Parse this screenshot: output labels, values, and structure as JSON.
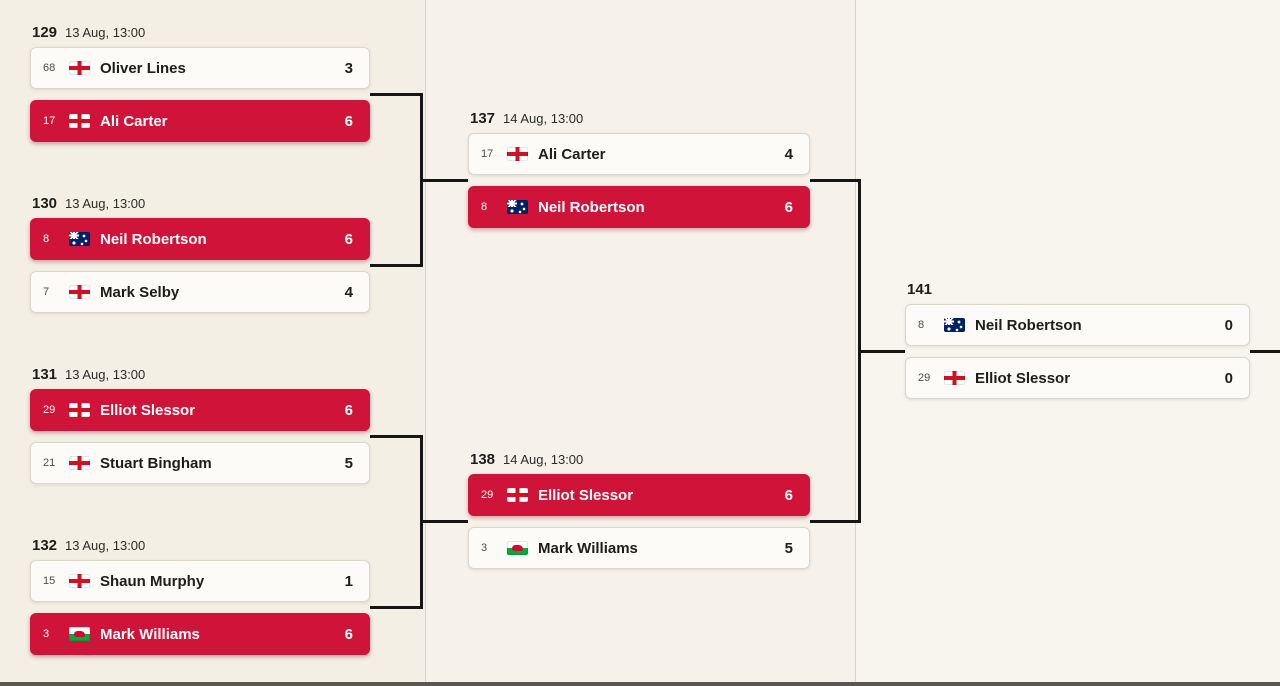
{
  "colors": {
    "background": "#f5f1e8",
    "winner_red": "#d01339",
    "card_background": "#fcfbf7",
    "card_border": "#dcd7ca",
    "connector": "#161614",
    "column_divider": "#d8d4c7"
  },
  "matches": {
    "m129": {
      "id": "129",
      "datetime": "13 Aug, 13:00",
      "p1": {
        "seed": "68",
        "flag": "england",
        "name": "Oliver Lines",
        "score": "3",
        "winner": false
      },
      "p2": {
        "seed": "17",
        "flag": "england",
        "name": "Ali Carter",
        "score": "6",
        "winner": true
      }
    },
    "m130": {
      "id": "130",
      "datetime": "13 Aug, 13:00",
      "p1": {
        "seed": "8",
        "flag": "australia",
        "name": "Neil Robertson",
        "score": "6",
        "winner": true
      },
      "p2": {
        "seed": "7",
        "flag": "england",
        "name": "Mark Selby",
        "score": "4",
        "winner": false
      }
    },
    "m131": {
      "id": "131",
      "datetime": "13 Aug, 13:00",
      "p1": {
        "seed": "29",
        "flag": "england",
        "name": "Elliot Slessor",
        "score": "6",
        "winner": true
      },
      "p2": {
        "seed": "21",
        "flag": "england",
        "name": "Stuart Bingham",
        "score": "5",
        "winner": false
      }
    },
    "m132": {
      "id": "132",
      "datetime": "13 Aug, 13:00",
      "p1": {
        "seed": "15",
        "flag": "england",
        "name": "Shaun Murphy",
        "score": "1",
        "winner": false
      },
      "p2": {
        "seed": "3",
        "flag": "wales",
        "name": "Mark Williams",
        "score": "6",
        "winner": true
      }
    },
    "m137": {
      "id": "137",
      "datetime": "14 Aug, 13:00",
      "p1": {
        "seed": "17",
        "flag": "england",
        "name": "Ali Carter",
        "score": "4",
        "winner": false
      },
      "p2": {
        "seed": "8",
        "flag": "australia",
        "name": "Neil Robertson",
        "score": "6",
        "winner": true
      }
    },
    "m138": {
      "id": "138",
      "datetime": "14 Aug, 13:00",
      "p1": {
        "seed": "29",
        "flag": "england",
        "name": "Elliot Slessor",
        "score": "6",
        "winner": true
      },
      "p2": {
        "seed": "3",
        "flag": "wales",
        "name": "Mark Williams",
        "score": "5",
        "winner": false
      }
    },
    "m141": {
      "id": "141",
      "datetime": "",
      "p1": {
        "seed": "8",
        "flag": "australia",
        "name": "Neil Robertson",
        "score": "0",
        "winner": false
      },
      "p2": {
        "seed": "29",
        "flag": "england",
        "name": "Elliot Slessor",
        "score": "0",
        "winner": false
      }
    }
  }
}
